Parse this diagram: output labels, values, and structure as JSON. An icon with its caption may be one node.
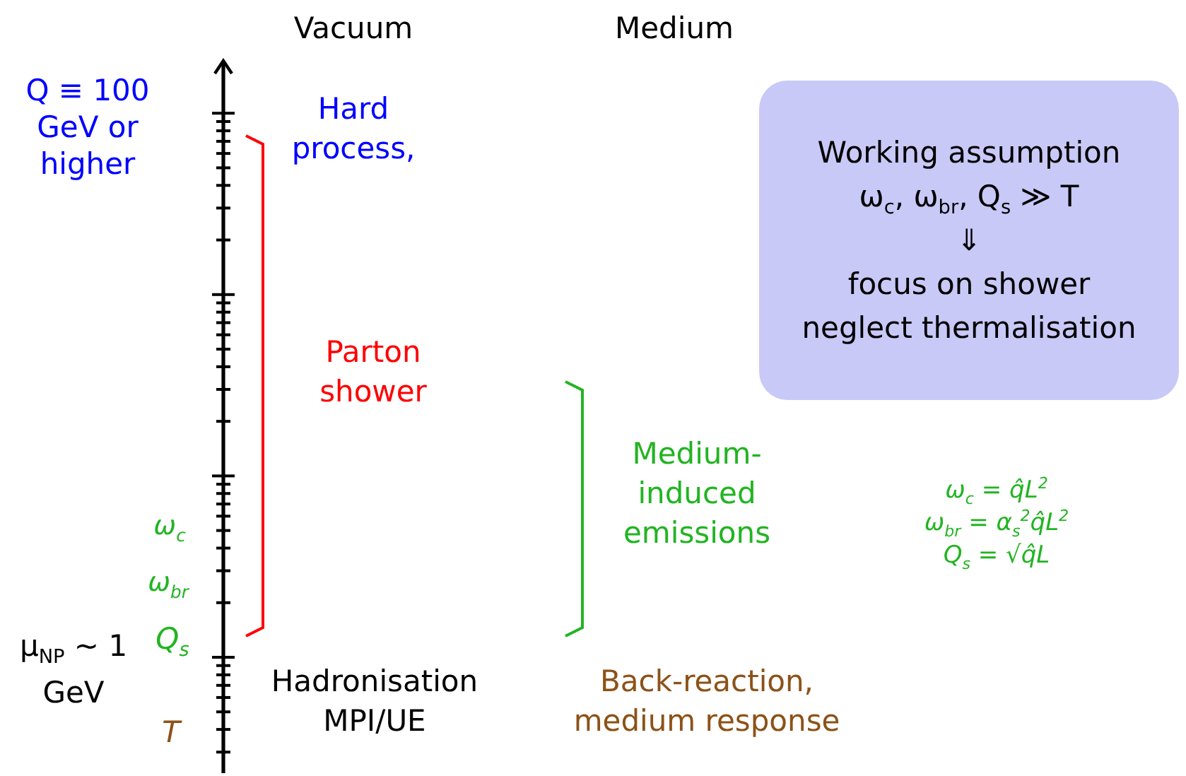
{
  "diagram": {
    "nodes": [
      {
        "text": [
          "Working assumption",
          "ω$_{c}$, ω$_{br}$, Q$_{s}$ ≫ T",
          "⇓",
          "focus on shower",
          "neglect thermalisation"
        ]
      }
    ],
    "labels": [
      "Vacuum",
      "Medium",
      "Q ≡ 100 GeV or higher",
      "Hard process,",
      "Parton shower",
      "Medium-induced emissions",
      "ω$_{c}$ = q̂L$^{2}$",
      "ω$_{br}$ = α$_{s}$$^{2}$q̂L$^{2}$",
      "Q$_{s}$ = √q̂L",
      "ω$_{c}$",
      "ω$_{br}$",
      "μ$_{NP}$ ∼ 1 GeV",
      "Q$_{s}$",
      "Hadronisation MPI/UE",
      "Back-reaction, medium response",
      "T"
    ]
  }
}
